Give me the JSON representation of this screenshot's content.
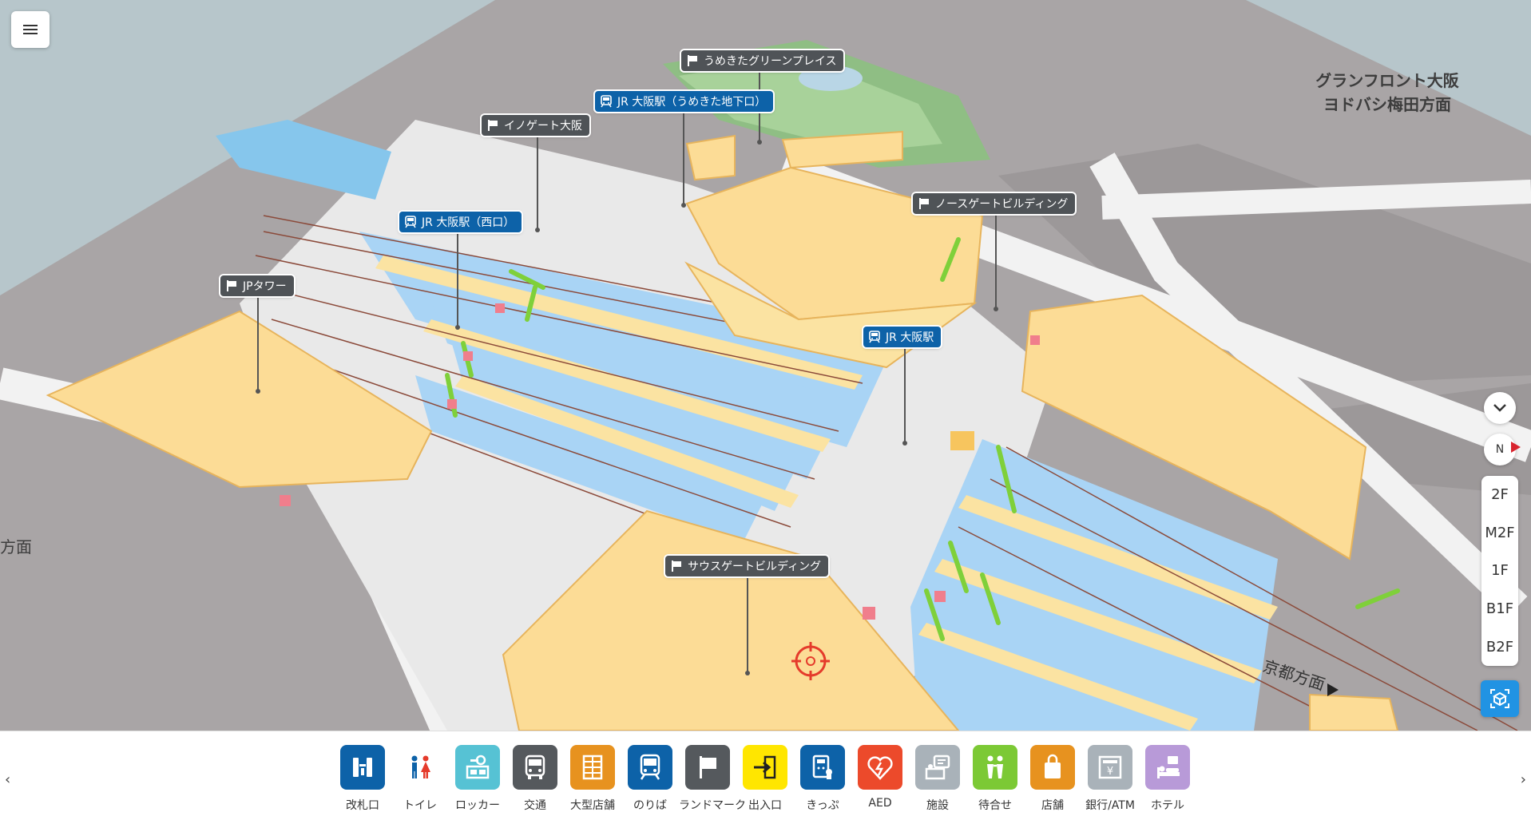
{
  "area_labels": {
    "northeast": "グランフロント大阪\nヨドバシ梅田方面",
    "west_fragment": "方面"
  },
  "pins": {
    "umekita_green": "うめきたグリーンプレイス",
    "jr_umekita": "JR 大阪駅（うめきた地下口）",
    "innogate": "イノゲート大阪",
    "jr_west": "JR 大阪駅（西口）",
    "jp_tower": "JPタワー",
    "north_gate": "ノースゲートビルディング",
    "jr_osaka": "JR 大阪駅",
    "south_gate": "サウスゲートビルディング"
  },
  "map_text": {
    "kyoto": "京都方面"
  },
  "floors": [
    "2F",
    "M2F",
    "1F",
    "B1F",
    "B2F"
  ],
  "compass": "N",
  "categories": [
    {
      "label": "改札口",
      "icon": "ticket-gate-icon",
      "color": "#0d62a8"
    },
    {
      "label": "トイレ",
      "icon": "restroom-icon",
      "color": "#ffffff"
    },
    {
      "label": "ロッカー",
      "icon": "locker-icon",
      "color": "#56c2d4"
    },
    {
      "label": "交通",
      "icon": "bus-icon",
      "color": "#55595d"
    },
    {
      "label": "大型店舗",
      "icon": "department-store-icon",
      "color": "#e7921f"
    },
    {
      "label": "のりば",
      "icon": "train-icon",
      "color": "#0d62a8"
    },
    {
      "label": "ランドマーク",
      "icon": "landmark-flag-icon",
      "color": "#55595d"
    },
    {
      "label": "出入口",
      "icon": "exit-icon",
      "color": "#ffe600"
    },
    {
      "label": "きっぷ",
      "icon": "ticket-icon",
      "color": "#0d62a8"
    },
    {
      "label": "AED",
      "icon": "aed-icon",
      "color": "#ec4a2b"
    },
    {
      "label": "施設",
      "icon": "facility-icon",
      "color": "#a9b2b9"
    },
    {
      "label": "待合せ",
      "icon": "meeting-point-icon",
      "color": "#7cc935"
    },
    {
      "label": "店舗",
      "icon": "shop-icon",
      "color": "#e7921f"
    },
    {
      "label": "銀行/ATM",
      "icon": "atm-icon",
      "color": "#a9b2b9"
    },
    {
      "label": "ホテル",
      "icon": "hotel-icon",
      "color": "#b89ad8"
    }
  ]
}
